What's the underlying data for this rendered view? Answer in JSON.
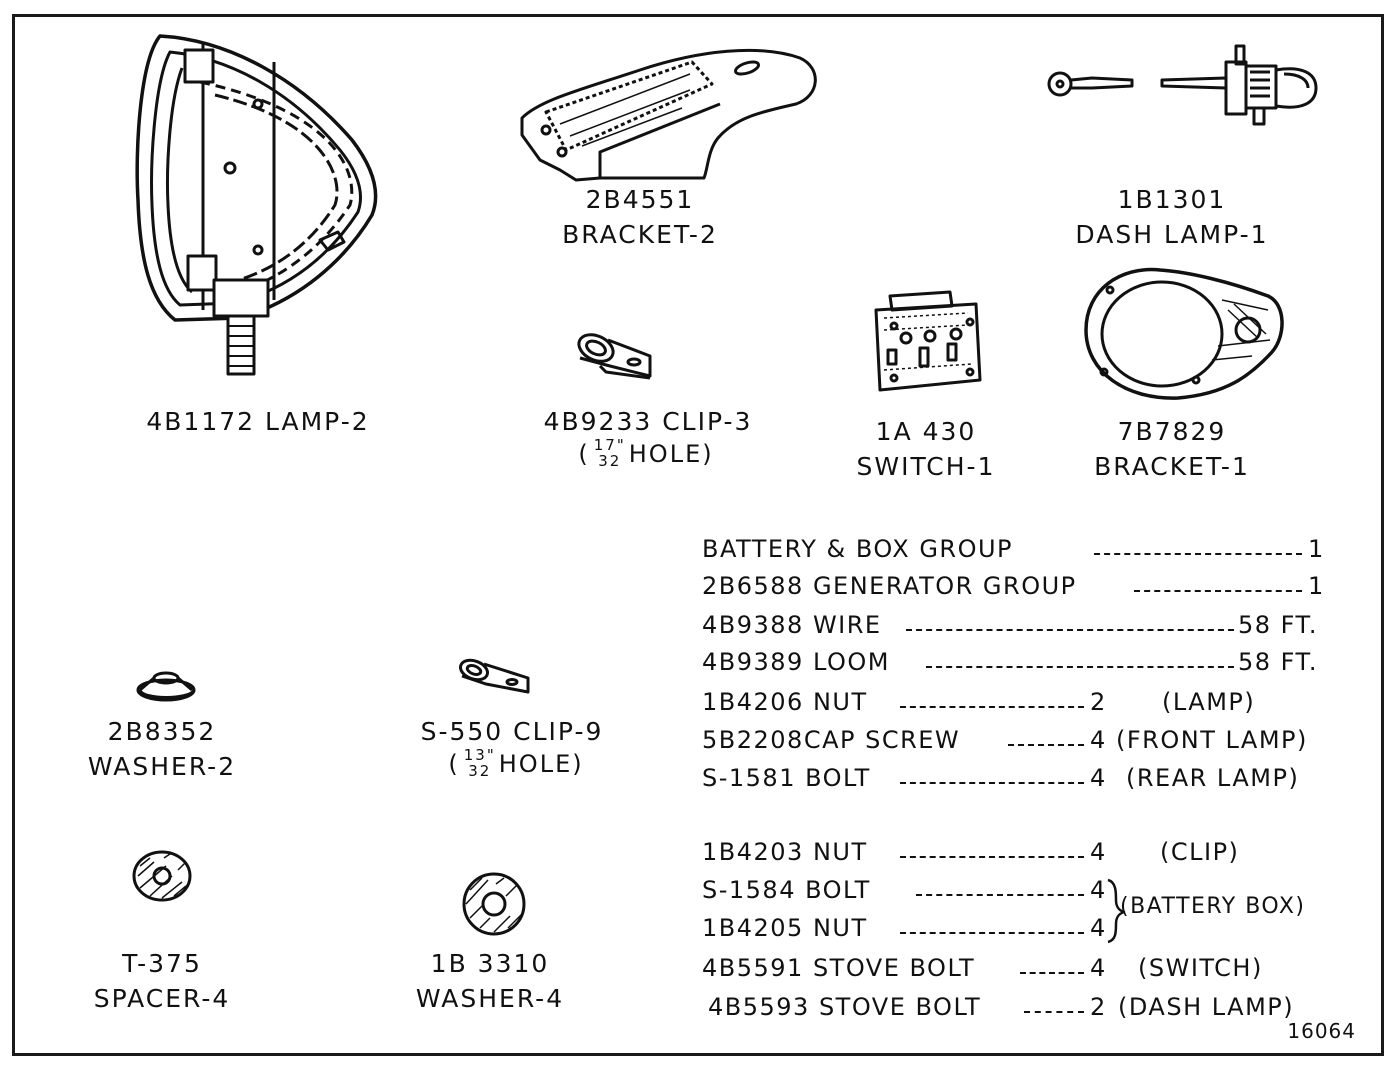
{
  "parts": [
    {
      "id": "lamp",
      "number": "4B1172",
      "name": "LAMP-2"
    },
    {
      "id": "bracket2",
      "number": "2B4551",
      "name": "BRACKET-2"
    },
    {
      "id": "dashlamp",
      "number": "1B1301",
      "name": "DASH LAMP-1"
    },
    {
      "id": "clip3",
      "number": "4B9233",
      "name": "CLIP-3",
      "hole_num": "17\"",
      "hole_den": "32",
      "hole_label": "HOLE"
    },
    {
      "id": "switch",
      "number": "1A 430",
      "name": "SWITCH-1"
    },
    {
      "id": "bracket1",
      "number": "7B7829",
      "name": "BRACKET-1"
    },
    {
      "id": "washer2",
      "number": "2B8352",
      "name": "WASHER-2"
    },
    {
      "id": "clip9",
      "number": "S-550",
      "name": "CLIP-9",
      "hole_num": "13\"",
      "hole_den": "32",
      "hole_label": "HOLE"
    },
    {
      "id": "spacer",
      "number": "T-375",
      "name": "SPACER-4"
    },
    {
      "id": "washer4",
      "number": "1B 3310",
      "name": "WASHER-4"
    }
  ],
  "list": [
    {
      "part": "BATTERY & BOX GROUP",
      "qty": "1",
      "note": ""
    },
    {
      "part": "2B6588 GENERATOR GROUP",
      "qty": "1",
      "note": ""
    },
    {
      "part": "4B9388 WIRE",
      "qty": "58 FT.",
      "note": ""
    },
    {
      "part": "4B9389 LOOM",
      "qty": "58 FT.",
      "note": ""
    },
    {
      "part": "1B4206 NUT",
      "qty": "2",
      "note": "(LAMP)"
    },
    {
      "part": "5B2208CAP SCREW",
      "qty": "4",
      "note": "(FRONT LAMP)"
    },
    {
      "part": "S-1581 BOLT",
      "qty": "4",
      "note": "(REAR LAMP)"
    },
    {
      "part": "1B4203 NUT",
      "qty": "4",
      "note": "(CLIP)"
    },
    {
      "part": "S-1584 BOLT",
      "qty": "4",
      "note": ""
    },
    {
      "part": "1B4205 NUT",
      "qty": "4",
      "note": ""
    },
    {
      "part": "4B5591 STOVE BOLT",
      "qty": "4",
      "note": "(SWITCH)"
    },
    {
      "part": "4B5593 STOVE BOLT",
      "qty": "2",
      "note": "(DASH LAMP)"
    }
  ],
  "battery_box_note": "(BATTERY BOX)",
  "figure_number": "16064"
}
